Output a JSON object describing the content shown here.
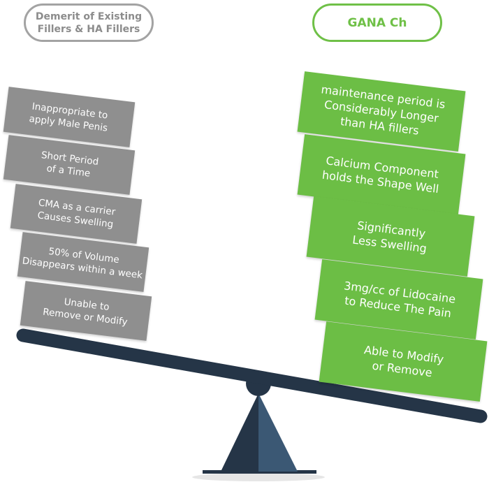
{
  "left_header": {
    "label": "Demerit of Existing\nFillers & HA Fillers"
  },
  "right_header": {
    "label": "GANA Ch"
  },
  "left_items": [
    "Inappropriate to\napply Male Penis",
    "Short Period\nof a Time",
    "CMA  as a carrier\nCauses Swelling",
    "50% of Volume\nDisappears within a week",
    "Unable to\nRemove or Modify"
  ],
  "right_items": [
    "maintenance period is\nConsiderably Longer\nthan HA fillers",
    "Calcium Component\nholds the Shape Well",
    "Significantly\nLess Swelling",
    "3mg/cc of Lidocaine\nto Reduce The Pain",
    "Able to Modify\nor Remove"
  ],
  "colors": {
    "left_box": "#8f8f8f",
    "right_box": "#6cbe45",
    "left_border": "#a3a3a3",
    "right_border": "#6fc047",
    "beam": "#253547",
    "fulcrum_dark": "#253547",
    "fulcrum_light": "#3b5874"
  }
}
